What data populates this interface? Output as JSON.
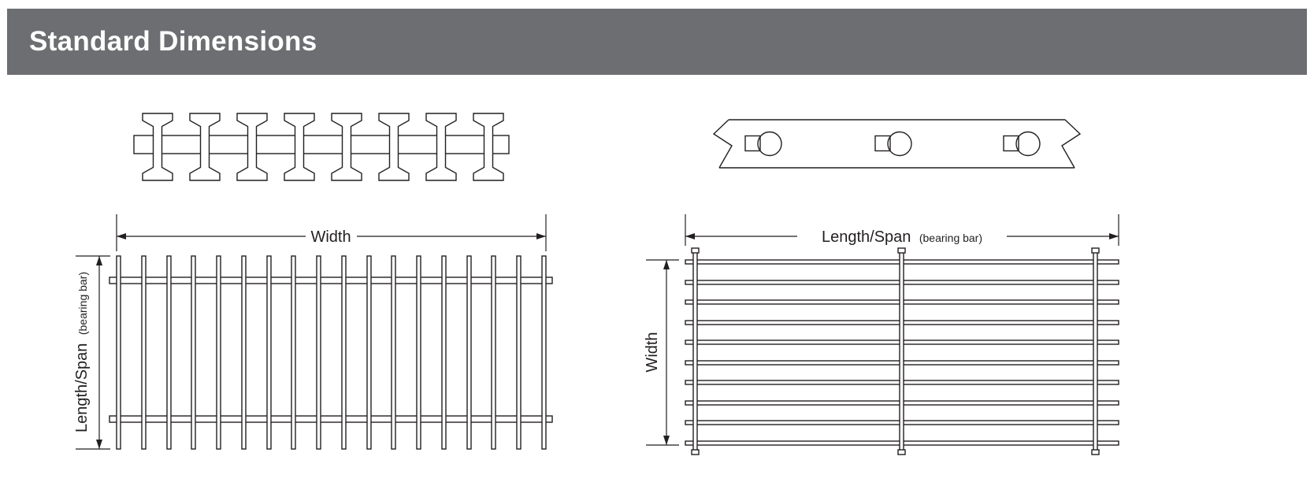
{
  "header": {
    "title": "Standard Dimensions"
  },
  "left_diagram": {
    "top_dimension_label": "Width",
    "side_dimension_label": "Length/Span",
    "side_dimension_suffix": "(bearing bar)"
  },
  "right_diagram": {
    "top_dimension_label": "Length/Span",
    "top_dimension_suffix": "(bearing bar)",
    "side_dimension_label": "Width"
  },
  "colors": {
    "header_background": "#6d6e71",
    "header_text": "#ffffff",
    "line": "#231f20"
  }
}
